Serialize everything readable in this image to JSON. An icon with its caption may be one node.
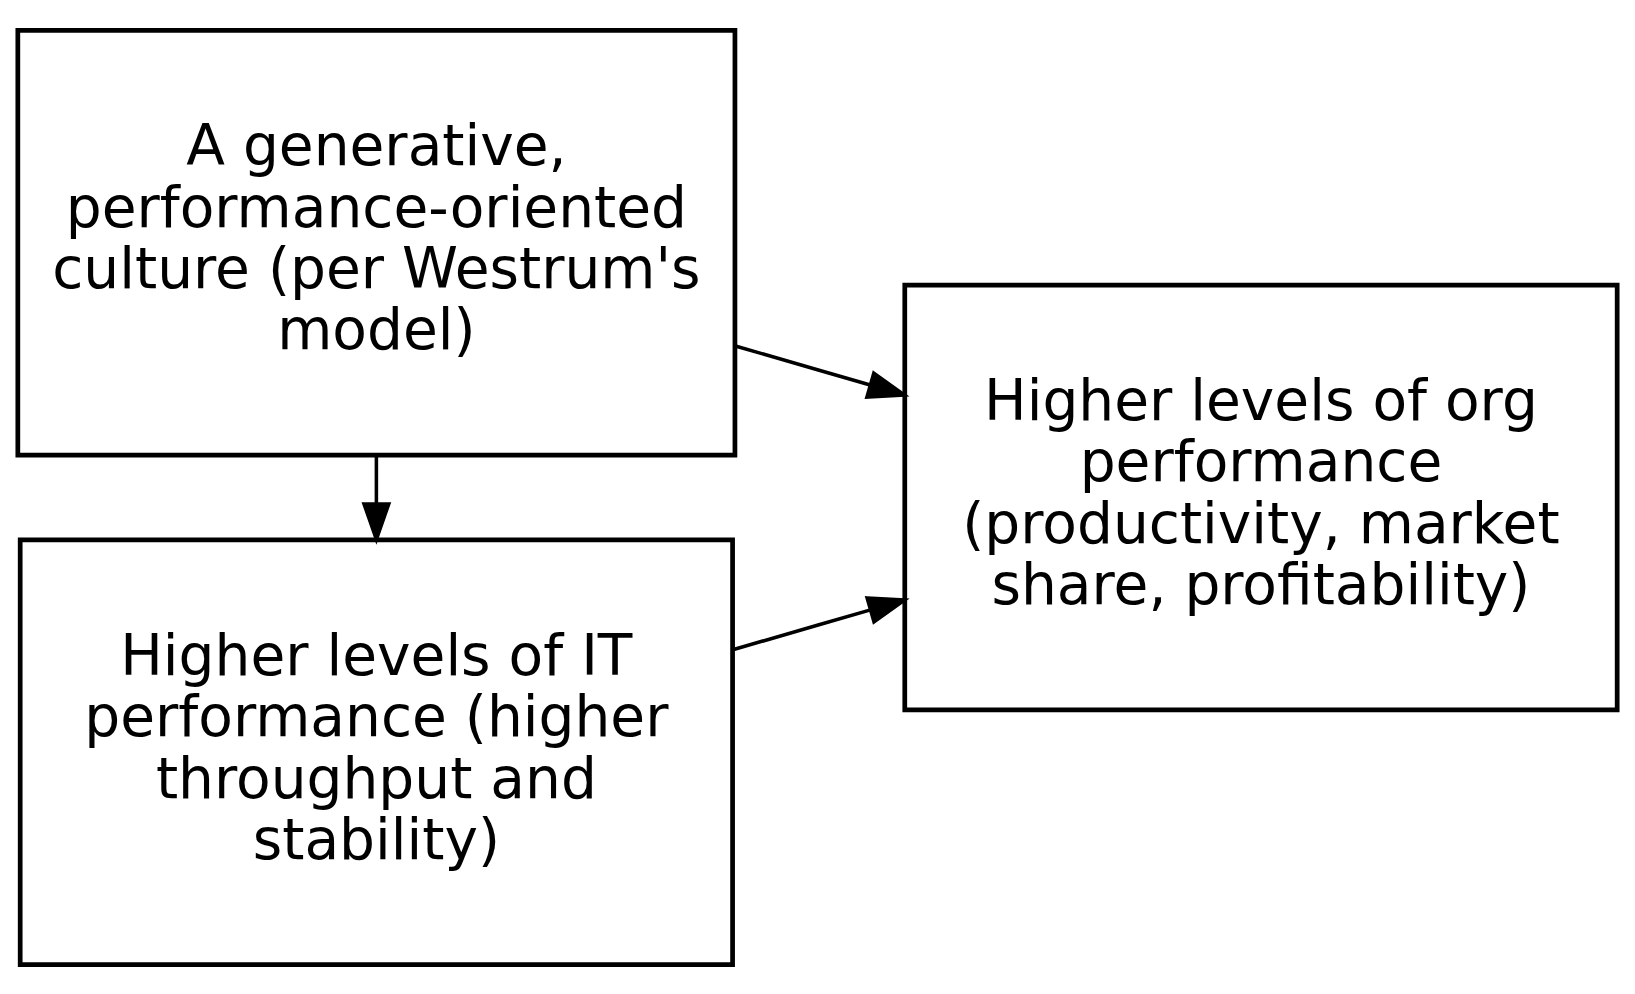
{
  "diagram": {
    "nodes": [
      {
        "text": [
          "A generative, performance-oriented culture (per Westrum's model)"
        ]
      },
      {
        "text": [
          "Higher levels of IT performance (higher throughput and stability)"
        ]
      },
      {
        "text": [
          "Higher levels of org performance (productivity, market share, profitability)"
        ]
      }
    ],
    "edges": [
      {
        "from": 0,
        "to": 2,
        "arrow": "to"
      },
      {
        "from": 0,
        "to": 1,
        "arrow": "to"
      },
      {
        "from": 1,
        "to": 2,
        "arrow": "to"
      }
    ]
  }
}
